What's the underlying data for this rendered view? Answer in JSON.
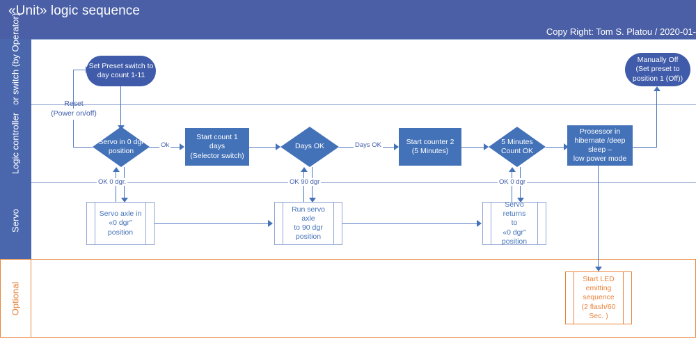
{
  "header": {
    "title": "«Unit» logic sequence",
    "copyright": "Copy Right: Tom S. Platou / 2020-01-"
  },
  "lanes": [
    {
      "id": "selector",
      "label": "Selector switch\n(by Operator)",
      "color": "#4A67AE"
    },
    {
      "id": "logic",
      "label": "Logic controller",
      "color": "#4A67AE"
    },
    {
      "id": "servo",
      "label": "Servo",
      "color": "#4A67AE"
    },
    {
      "id": "optional",
      "label": "Optional",
      "color": "#E8833A"
    }
  ],
  "nodes": {
    "set_preset": "Set Preset switch to\nday  count 1-11",
    "manually_off": "Manually Off\n(Set preset to\nposition 1 (Off))",
    "servo_in_0": "Servo in  0 dgr\nposition",
    "start_count_1": "Start count 1\ndays\n(Selector switch)",
    "days_ok": "Days OK",
    "start_counter_2": "Start counter 2\n(5 Minutes)",
    "five_min_ok": "5 Minutes\nCount OK",
    "hibernate": "Prosessor in\nhibernate /deep\nsleep –\nlow power mode",
    "servo_axle_in_0": "Servo  axle in\n«0 dgr\"\nposition",
    "run_servo_90": "Run servo axle\nto 90 dgr\nposition",
    "servo_returns_0": "Servo returns\nto\n«0 dgr\"\nposition",
    "start_led": "Start LED\nemitting\nsequence\n(2 flash/60\nSec. )"
  },
  "edge_labels": {
    "reset": "Reset\n(Power on/off)",
    "ok": "Ok",
    "days_ok": "Days OK",
    "ok_0_dgr_a": "OK 0 dgr.",
    "ok_90_dgr": "OK 90 dgr",
    "ok_0_dgr_b": "OK 0 dgr"
  },
  "colors": {
    "header_bg": "#4A5FA5",
    "lane_head_bg": "#4A67AE",
    "node_fill": "#4472B8",
    "rounded_fill": "#3F5BA9",
    "connector": "#5B7FC7",
    "optional_accent": "#E8833A",
    "text_on_fill": "#ffffff"
  }
}
